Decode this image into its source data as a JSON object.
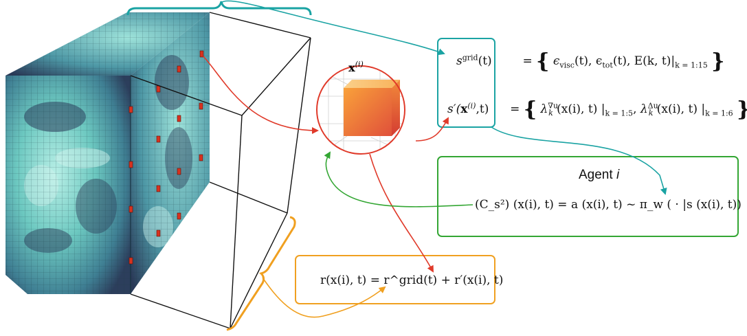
{
  "agent": {
    "title": "Agent",
    "index": "i"
  },
  "labels": {
    "x_i": "x",
    "x_i_sup": "(i)"
  },
  "equations": {
    "s_grid": {
      "lhs": "s",
      "lhs_sup": "grid",
      "lhs_arg": "(t)",
      "rhs": "ϵ",
      "rhs_sub1": "visc",
      "rhs_part2": "(t), ϵ",
      "rhs_sub2": "tot",
      "rhs_part3": "(t), E(k, t)|",
      "rhs_sub3": "k = 1:15"
    },
    "s_local": {
      "lhs": "s′(",
      "lhs_x": "x",
      "lhs_sup": "(i)",
      "lhs_end": ",t)",
      "lam1_sup": "∇u",
      "lam1_sub": "k",
      "lam1_arg": "(x(i), t) |",
      "lam1_range": "k = 1:5",
      "lam2_sup": "Δu",
      "lam2_sub": "k",
      "lam2_arg": "(x(i), t) |",
      "lam2_range": "k = 1:6"
    },
    "action": "(C_s²) (x(i), t) = a (x(i), t) ~ π_w ( · |s (x(i), t))",
    "reward": "r(x(i), t) = r^grid(t) + r′(x(i), t)"
  },
  "colors": {
    "teal": "#1aa3a3",
    "green": "#33a633",
    "orange": "#f0a020",
    "red": "#e03a2a",
    "field_light": "#8fe0d6",
    "field_dark": "#2c3e5c"
  }
}
